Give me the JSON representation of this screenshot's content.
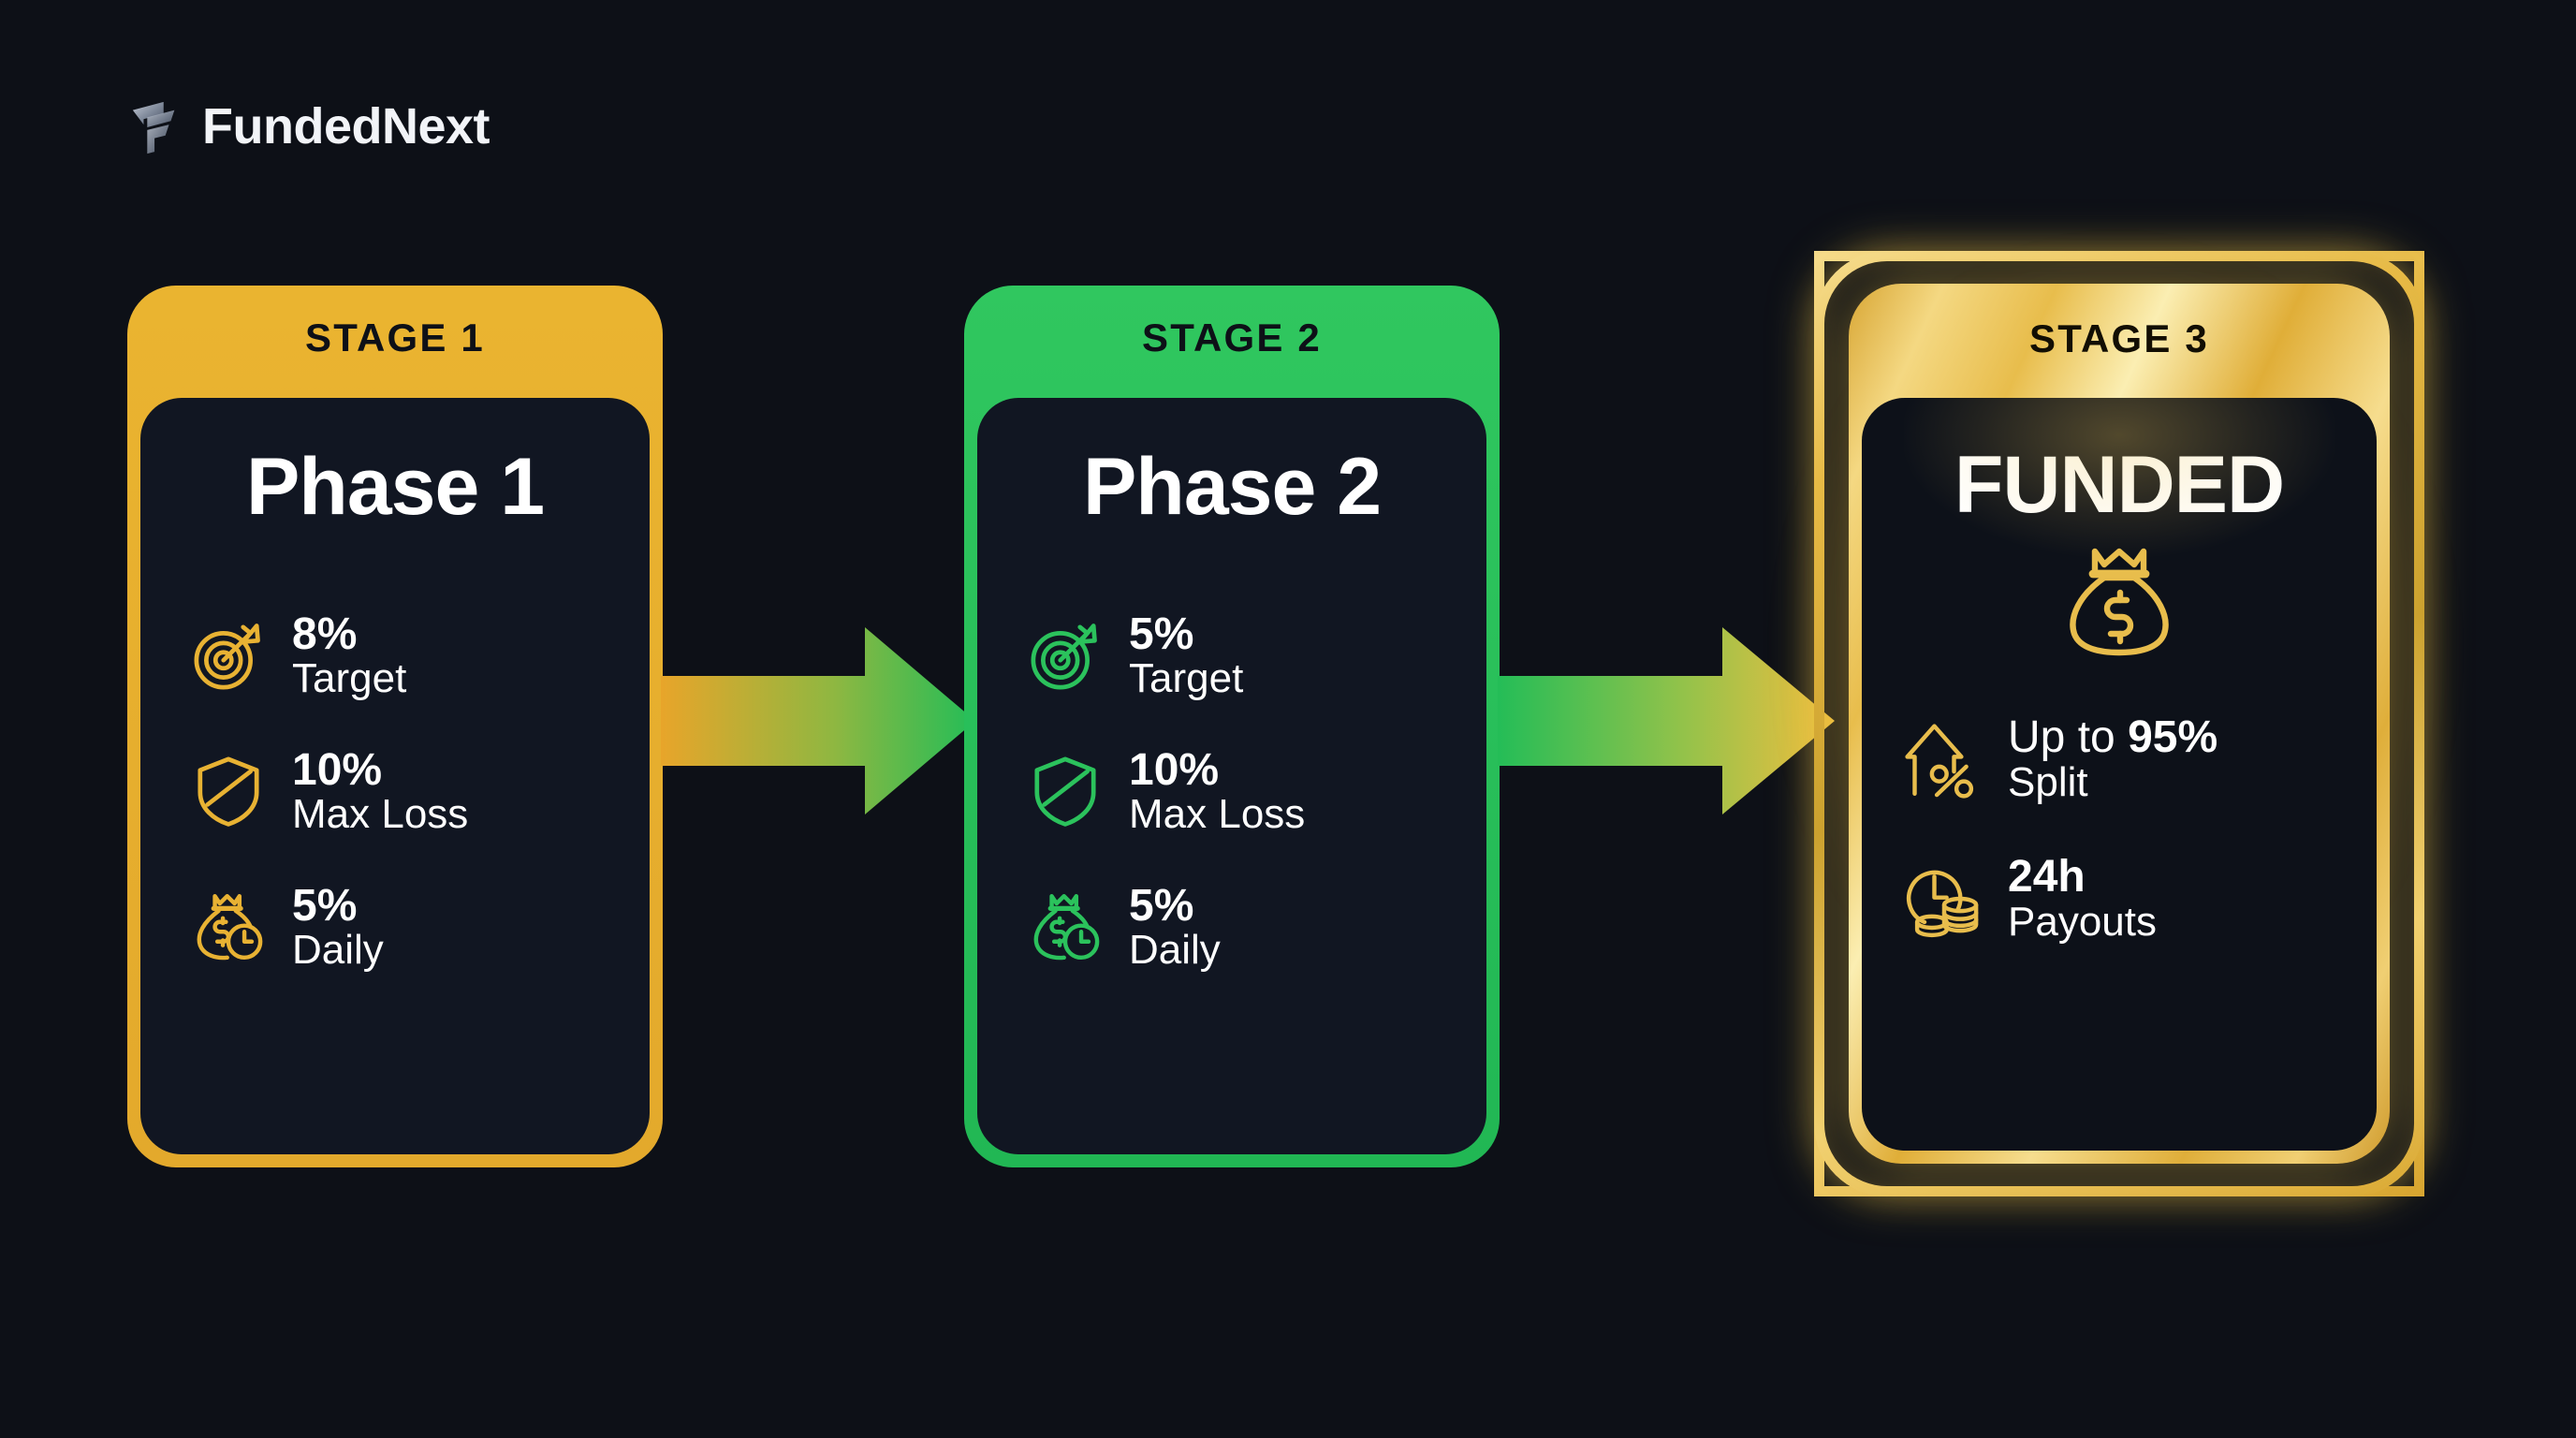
{
  "brand": {
    "name": "FundedNext",
    "logo_icon": "fundednext-f-mark-icon",
    "mark_color": "#9aa4b4"
  },
  "colors": {
    "background": "#0d1017",
    "panel": "#111622",
    "gold": "#e8b233",
    "green": "#2bc25c",
    "funded_gold": "#e8bd4c",
    "text": "#ffffff",
    "stage_label_text": "#0d1017"
  },
  "stages": [
    {
      "stage_label": "STAGE 1",
      "title": "Phase 1",
      "accent": "#e8b233",
      "features": [
        {
          "icon": "target-arrow-icon",
          "value": "8%",
          "label": "Target"
        },
        {
          "icon": "shield-icon",
          "value": "10%",
          "label": "Max Loss"
        },
        {
          "icon": "money-bag-clock-icon",
          "value": "5%",
          "label": "Daily"
        }
      ]
    },
    {
      "stage_label": "STAGE 2",
      "title": "Phase 2",
      "accent": "#2bc25c",
      "features": [
        {
          "icon": "target-arrow-icon",
          "value": "5%",
          "label": "Target"
        },
        {
          "icon": "shield-icon",
          "value": "10%",
          "label": "Max Loss"
        },
        {
          "icon": "money-bag-clock-icon",
          "value": "5%",
          "label": "Daily"
        }
      ]
    },
    {
      "stage_label": "STAGE 3",
      "title": "FUNDED",
      "accent": "#e8bd4c",
      "hero_icon": "money-bag-dollar-icon",
      "features": [
        {
          "icon": "arrow-up-percent-icon",
          "lead": "Up to ",
          "value": "95%",
          "label": "Split"
        },
        {
          "icon": "clock-coins-icon",
          "lead": "",
          "value": "24h",
          "label": "Payouts"
        }
      ]
    }
  ],
  "connectors": [
    {
      "name": "arrow-stage1-to-stage2",
      "from_color": "#e8a52a",
      "to_color": "#26bd58"
    },
    {
      "name": "arrow-stage2-to-stage3",
      "from_color": "#24bd57",
      "to_color": "#f0bf41"
    }
  ]
}
